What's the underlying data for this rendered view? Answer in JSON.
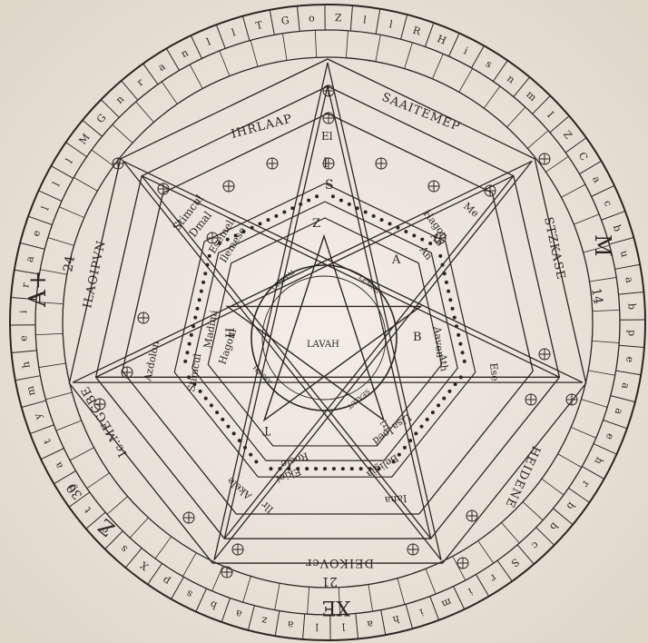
{
  "outer_ring_letters": [
    "Z",
    "l",
    "l",
    "R",
    "H",
    "i",
    "s",
    "n",
    "m",
    "I",
    "Z",
    "C",
    "a",
    "c",
    "b",
    "u",
    "a",
    "b",
    "p",
    "e",
    "a",
    "a",
    "e",
    "h",
    "r",
    "b",
    "b",
    "c",
    "S",
    "r",
    "i",
    "m",
    "i",
    "h",
    "a",
    "l",
    "l",
    "a",
    "z",
    "a",
    "b",
    "s",
    "p",
    "X",
    "s",
    "c",
    "t",
    "g",
    "a",
    "t",
    "y",
    "m",
    "h",
    "e",
    "i",
    "r",
    "a",
    "e",
    "l",
    "l",
    "l",
    "M",
    "G",
    "n",
    "r",
    "a",
    "n",
    "l",
    "l",
    "T",
    "G",
    "o"
  ],
  "number_ring": [
    "24",
    "14",
    "21",
    "30"
  ],
  "ring_symbols": [
    "A+",
    "M",
    "XE",
    "Z"
  ],
  "heptagon_names": [
    "IHRLAAP",
    "SAAITEMEP",
    "STZKASE",
    "HEIDENE",
    "DEIKOVcr",
    "Ic.MEGCBE",
    "ILAOIPVN"
  ],
  "inner_names": [
    "El",
    "Stimcul",
    "Dmal",
    "Esemeli",
    "Ilemese",
    "Hagon",
    "Ab",
    "An",
    "Me",
    "Azdolon",
    "Stimcul",
    "Madimi",
    "Hagoni",
    "Aaven",
    "Ath",
    "Ese",
    "Lisa",
    "Ioed",
    "Beligia",
    "Iana",
    "Rocle",
    "Ekiei",
    "Akele",
    "Ilr"
  ],
  "center_letters": [
    "Z",
    "A",
    "B",
    "T",
    "E",
    "S",
    "I",
    "H"
  ],
  "center_text": "LAVAH",
  "circle_words": [
    "ORANAI",
    "LEMIRI",
    "SEALUT",
    "ARATH"
  ]
}
